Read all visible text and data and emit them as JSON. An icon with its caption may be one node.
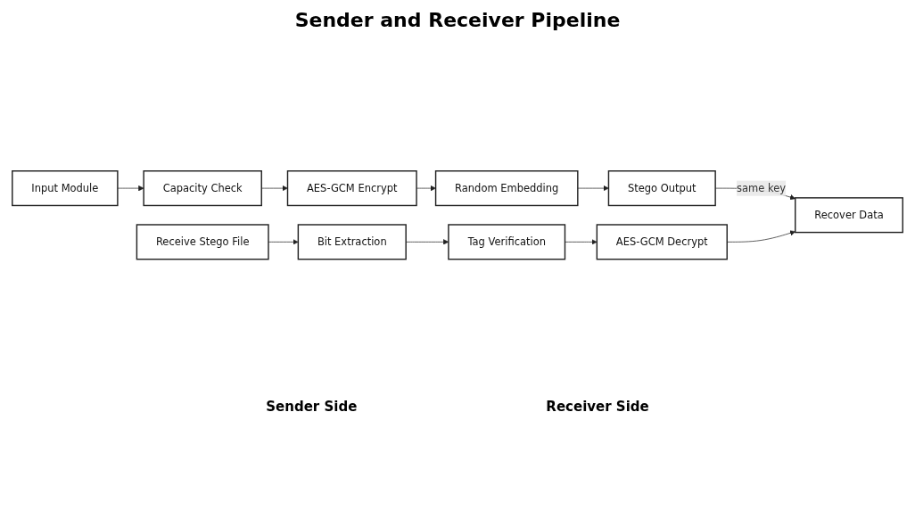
{
  "diagram": {
    "title": "Sender and Receiver Pipeline",
    "nodes": [
      {
        "text": [
          "Input Module"
        ]
      },
      {
        "text": [
          "Capacity Check"
        ]
      },
      {
        "text": [
          "AES-GCM Encrypt"
        ]
      },
      {
        "text": [
          "Random Embedding"
        ]
      },
      {
        "text": [
          "Stego Output"
        ]
      },
      {
        "text": [
          "Receive Stego File"
        ]
      },
      {
        "text": [
          "Bit Extraction"
        ]
      },
      {
        "text": [
          "Tag Verification"
        ]
      },
      {
        "text": [
          "AES-GCM Decrypt"
        ]
      },
      {
        "text": [
          "Recover Data"
        ]
      }
    ],
    "edges": [
      {
        "from": 0,
        "to": 1,
        "arrow": "to"
      },
      {
        "from": 1,
        "to": 2,
        "arrow": "to"
      },
      {
        "from": 2,
        "to": 3,
        "arrow": "to"
      },
      {
        "from": 3,
        "to": 4,
        "arrow": "to"
      },
      {
        "from": 4,
        "to": 9,
        "arrow": "to",
        "label": "same key"
      },
      {
        "from": 5,
        "to": 6,
        "arrow": "to"
      },
      {
        "from": 6,
        "to": 7,
        "arrow": "to"
      },
      {
        "from": 7,
        "to": 8,
        "arrow": "to"
      },
      {
        "from": 8,
        "to": 9,
        "arrow": "to"
      }
    ],
    "labels": [
      "Sender Side",
      "Receiver Side"
    ]
  }
}
